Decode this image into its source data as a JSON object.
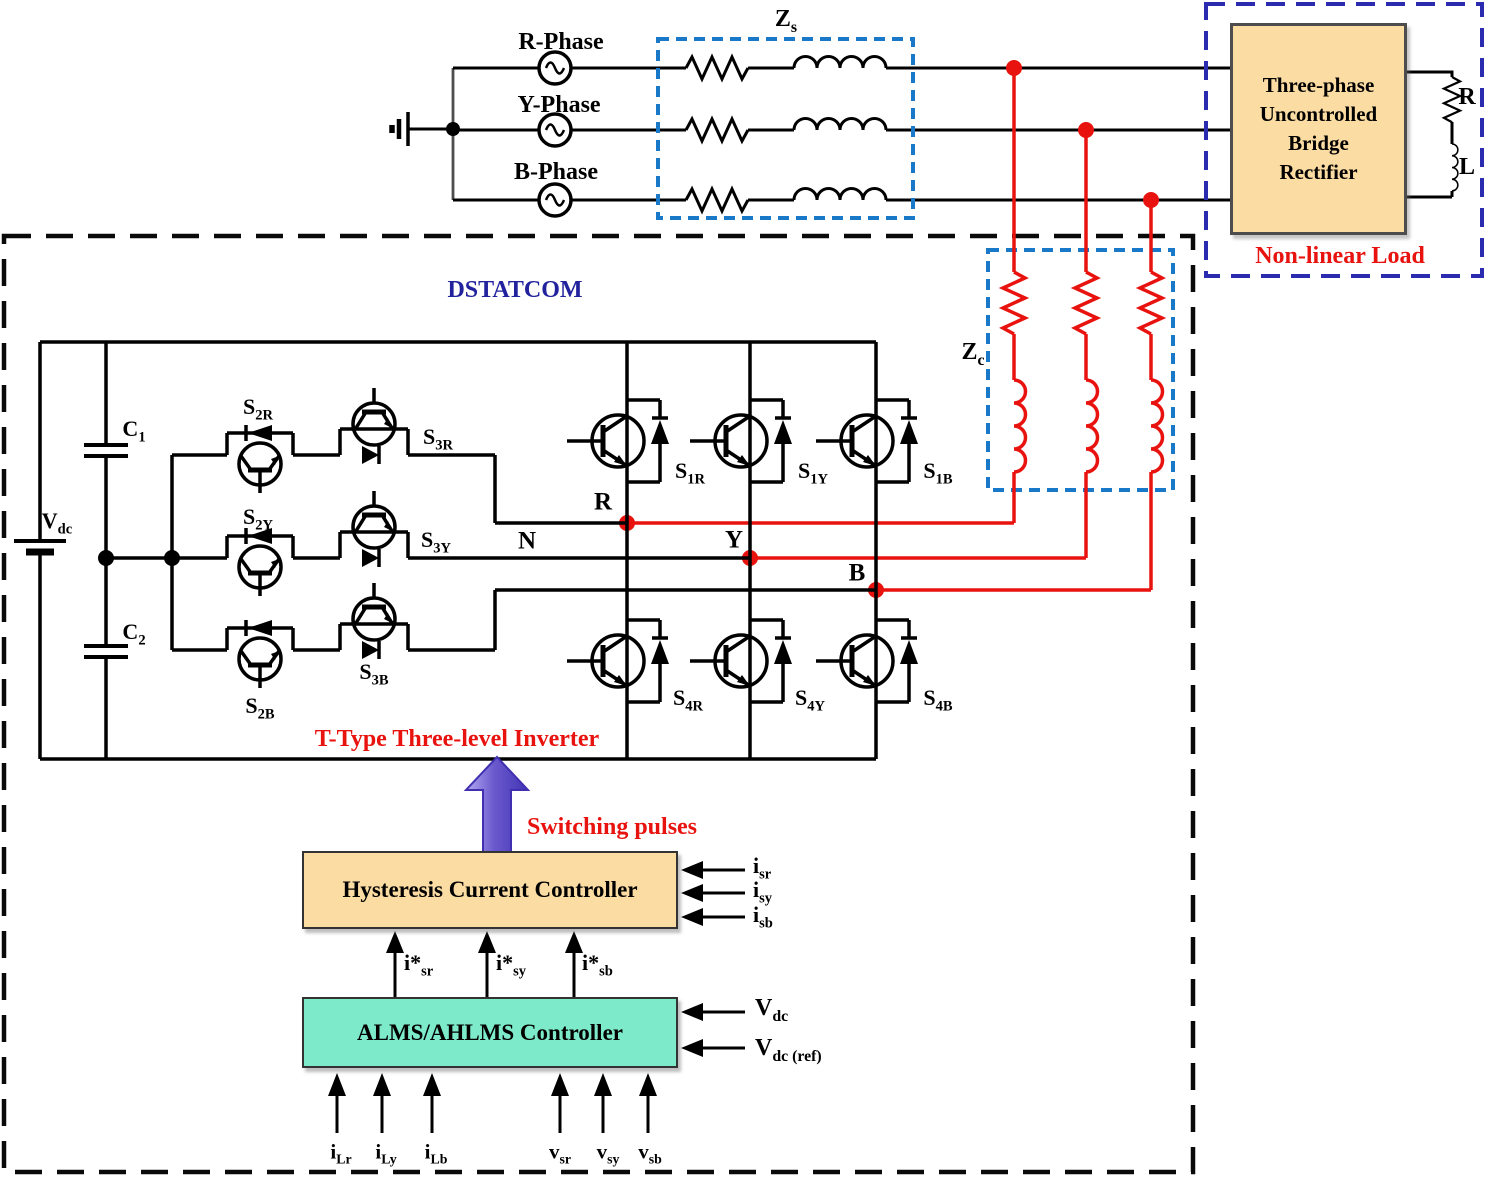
{
  "colors": {
    "wire": "#000000",
    "phase_red": "#e8120e",
    "blue_dash": "#1a78c8",
    "indigo_dash": "#2b2bb0",
    "orange_fill": "#fbdca2",
    "teal_fill": "#7debc9",
    "purple_arrow": "#6a5acd",
    "title_navy": "#22229e"
  },
  "source": {
    "phase_r": "R-Phase",
    "phase_y": "Y-Phase",
    "phase_b": "B-Phase",
    "zs": {
      "main": "Z",
      "sub": "s"
    }
  },
  "load": {
    "box_lines": [
      "Three-phase",
      "Uncontrolled",
      "Bridge",
      "Rectifier"
    ],
    "caption": "Non-linear Load",
    "r": "R",
    "l": "L"
  },
  "dstatcom": {
    "title": "DSTATCOM",
    "inverter_caption": "T-Type Three-level Inverter",
    "zc": {
      "main": "Z",
      "sub": "c"
    },
    "vdc": {
      "main": "V",
      "sub": "dc"
    },
    "c1": {
      "main": "C",
      "sub": "1"
    },
    "c2": {
      "main": "C",
      "sub": "2"
    },
    "nodes": {
      "r": "R",
      "y": "Y",
      "b": "B",
      "n": "N"
    },
    "switches": {
      "s2r": {
        "main": "S",
        "sub": "2R"
      },
      "s3r": {
        "main": "S",
        "sub": "3R"
      },
      "s2y": {
        "main": "S",
        "sub": "2Y"
      },
      "s3y": {
        "main": "S",
        "sub": "3Y"
      },
      "s2b": {
        "main": "S",
        "sub": "2B"
      },
      "s3b": {
        "main": "S",
        "sub": "3B"
      },
      "s1r": {
        "main": "S",
        "sub": "1R"
      },
      "s1y": {
        "main": "S",
        "sub": "1Y"
      },
      "s1b": {
        "main": "S",
        "sub": "1B"
      },
      "s4r": {
        "main": "S",
        "sub": "4R"
      },
      "s4y": {
        "main": "S",
        "sub": "4Y"
      },
      "s4b": {
        "main": "S",
        "sub": "4B"
      }
    }
  },
  "control": {
    "switching_pulses": "Switching pulses",
    "hcc": "Hysteresis Current Controller",
    "alms": "ALMS/AHLMS Controller",
    "hcc_inputs": [
      {
        "main": "i",
        "sub": "sr"
      },
      {
        "main": "i",
        "sub": "sy"
      },
      {
        "main": "i",
        "sub": "sb"
      }
    ],
    "ref_currents": [
      {
        "main": "i*",
        "sub": "sr"
      },
      {
        "main": "i*",
        "sub": "sy"
      },
      {
        "main": "i*",
        "sub": "sb"
      }
    ],
    "dc_inputs": [
      {
        "main": "V",
        "sub": "dc"
      },
      {
        "main": "V",
        "sub": "dc (ref)"
      }
    ],
    "bottom_inputs": [
      {
        "main": "i",
        "sub": "Lr"
      },
      {
        "main": "i",
        "sub": "Ly"
      },
      {
        "main": "i",
        "sub": "Lb"
      },
      {
        "main": "v",
        "sub": "sr"
      },
      {
        "main": "v",
        "sub": "sy"
      },
      {
        "main": "v",
        "sub": "sb"
      }
    ]
  }
}
